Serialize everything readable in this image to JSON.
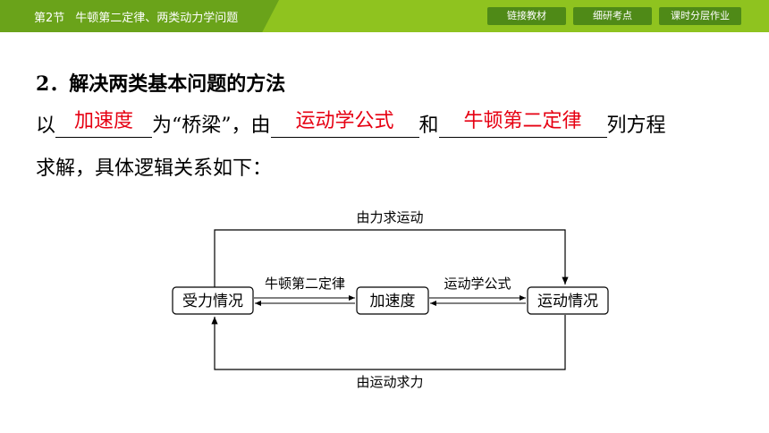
{
  "header": {
    "section_prefix": "第2节",
    "section_title": "牛顿第二定律、两类动力学问题",
    "nav": [
      "链接教材",
      "细研考点",
      "课时分层作业"
    ]
  },
  "content": {
    "heading": "2．解决两类基本问题的方法",
    "line1": {
      "t1": "以",
      "ans1": "加速度",
      "t2": "为“桥梁”，由",
      "ans2": "运动学公式",
      "t3": "和",
      "ans3": "牛顿第二定律",
      "t4": "列方程"
    },
    "line2": "求解，具体逻辑关系如下："
  },
  "diagram": {
    "box_left": "受力情况",
    "box_mid": "加速度",
    "box_right": "运动情况",
    "top_label": "由力求运动",
    "bottom_label": "由运动求力",
    "left_arrow_label": "牛顿第二定律",
    "right_arrow_label": "运动学公式"
  }
}
